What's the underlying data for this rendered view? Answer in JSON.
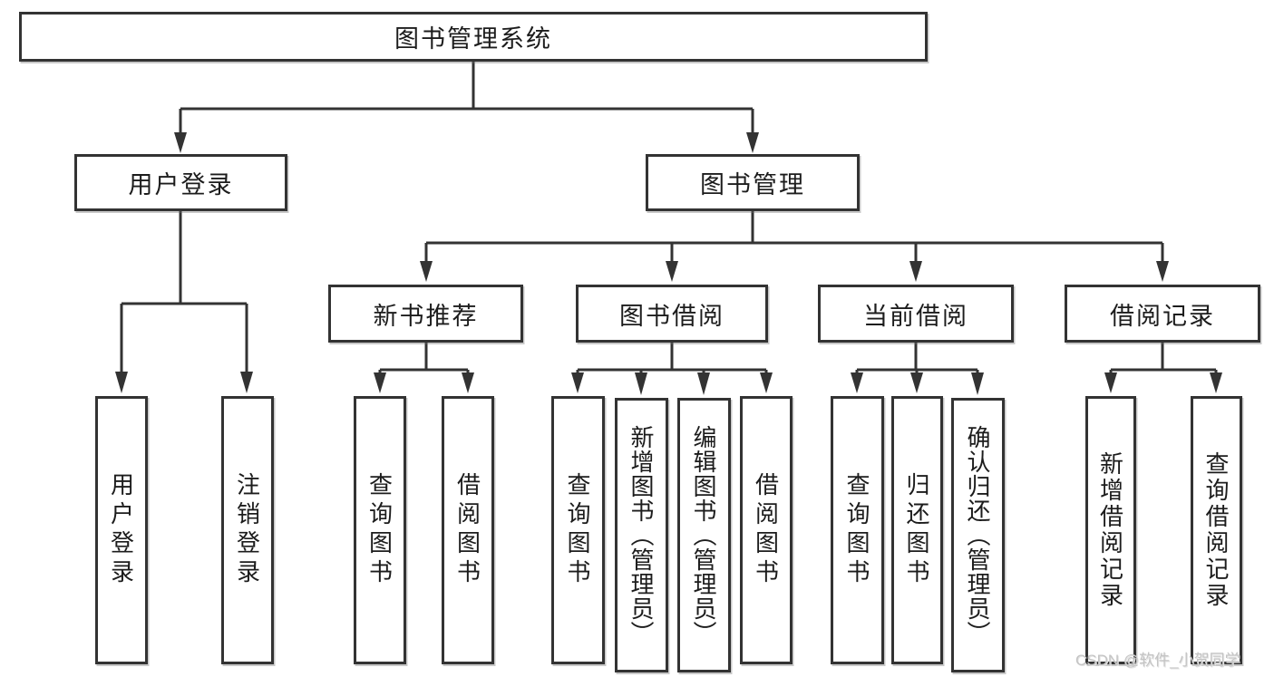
{
  "tree": {
    "root": {
      "label": "图书管理系统"
    },
    "branches": [
      {
        "label": "用户登录",
        "children": [
          {
            "label": "用户登录"
          },
          {
            "label": "注销登录"
          }
        ]
      },
      {
        "label": "图书管理",
        "children": [
          {
            "label": "新书推荐",
            "children": [
              {
                "label": "查询图书"
              },
              {
                "label": "借阅图书"
              }
            ]
          },
          {
            "label": "图书借阅",
            "children": [
              {
                "label": "查询图书"
              },
              {
                "label": "新增图书（管理员）"
              },
              {
                "label": "编辑图书（管理员）"
              },
              {
                "label": "借阅图书"
              }
            ]
          },
          {
            "label": "当前借阅",
            "children": [
              {
                "label": "查询图书"
              },
              {
                "label": "归还图书"
              },
              {
                "label": "确认归还（管理员）"
              }
            ]
          },
          {
            "label": "借阅记录",
            "children": [
              {
                "label": "新增借阅记录"
              },
              {
                "label": "查询借阅记录"
              }
            ]
          }
        ]
      }
    ]
  },
  "watermark": {
    "text": "CSDN @软件_小贺同学"
  },
  "colors": {
    "line": "#333333",
    "box_border": "#333333",
    "box_fill": "#ffffff",
    "text": "#1c1c1c",
    "watermark": "#c4c4c4"
  }
}
